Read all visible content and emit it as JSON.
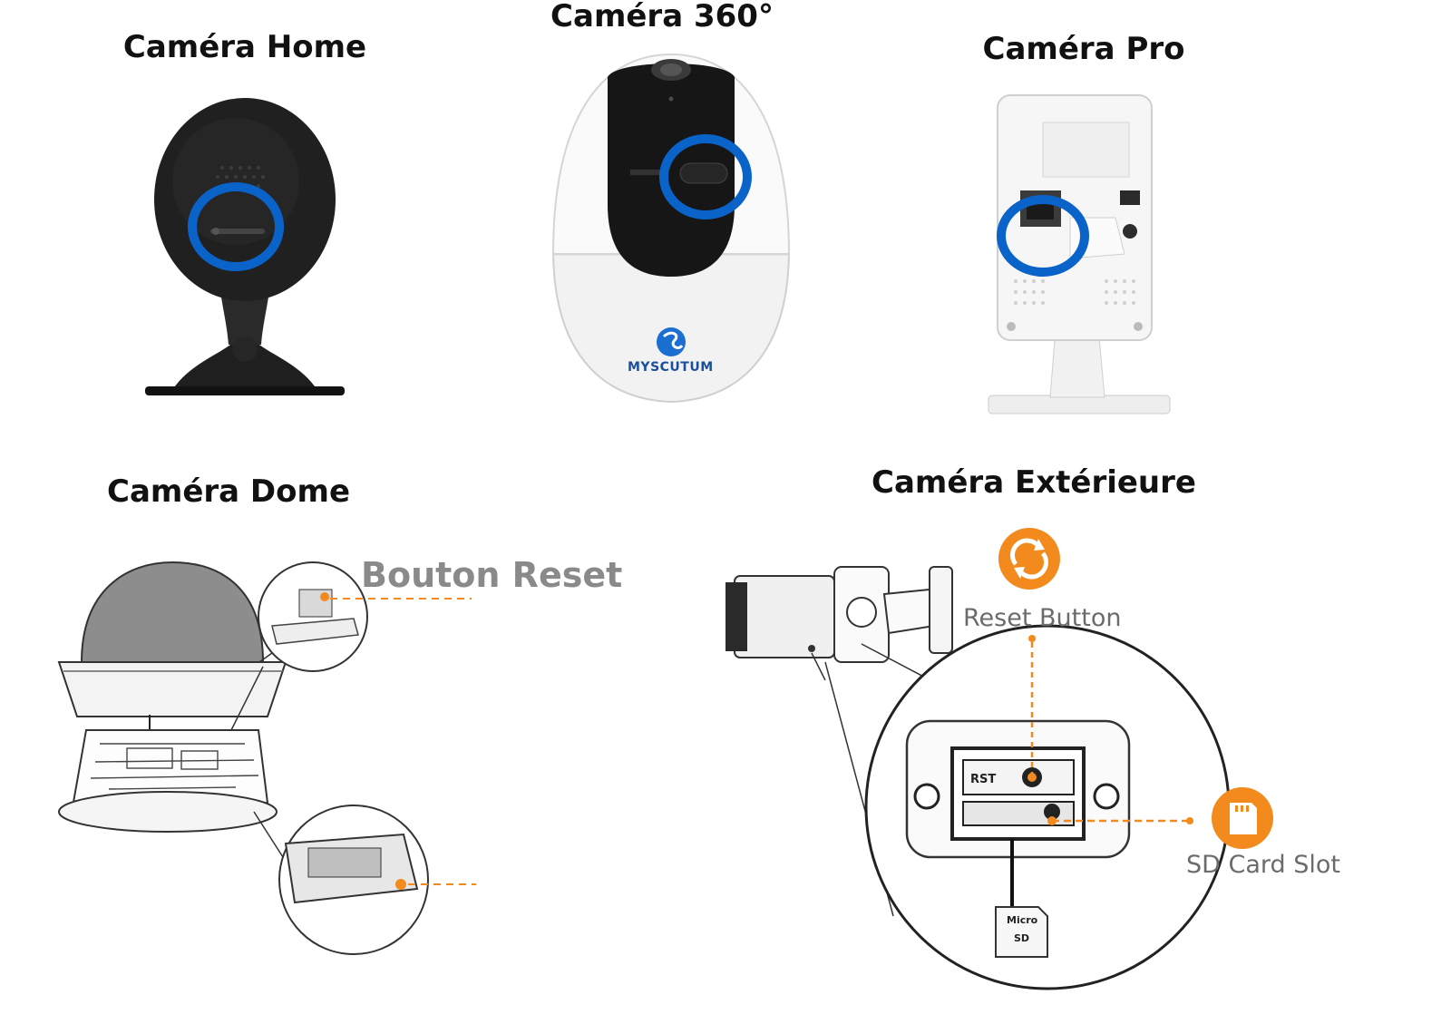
{
  "titles": {
    "home": "Caméra Home",
    "cam360": "Caméra 360°",
    "pro": "Caméra Pro",
    "dome": "Caméra Dome",
    "exterieure": "Caméra Extérieure"
  },
  "callouts": {
    "dome_reset": "Bouton Reset",
    "reset_button": "Reset Button",
    "sd_card_slot": "SD Card Slot"
  },
  "labels": {
    "brand": "MYSCUTUM",
    "rst": "RST",
    "sd_micro": "Micro",
    "sd": "SD"
  },
  "colors": {
    "highlight_ring": "#0a63c9",
    "callout_orange": "#f28a1d",
    "camera_black": "#1c1c1c",
    "camera_white": "#f4f4f4",
    "line_gray": "#555555"
  },
  "icons": {
    "reset": "reset-circular-arrows-icon",
    "sd": "sd-card-icon"
  }
}
